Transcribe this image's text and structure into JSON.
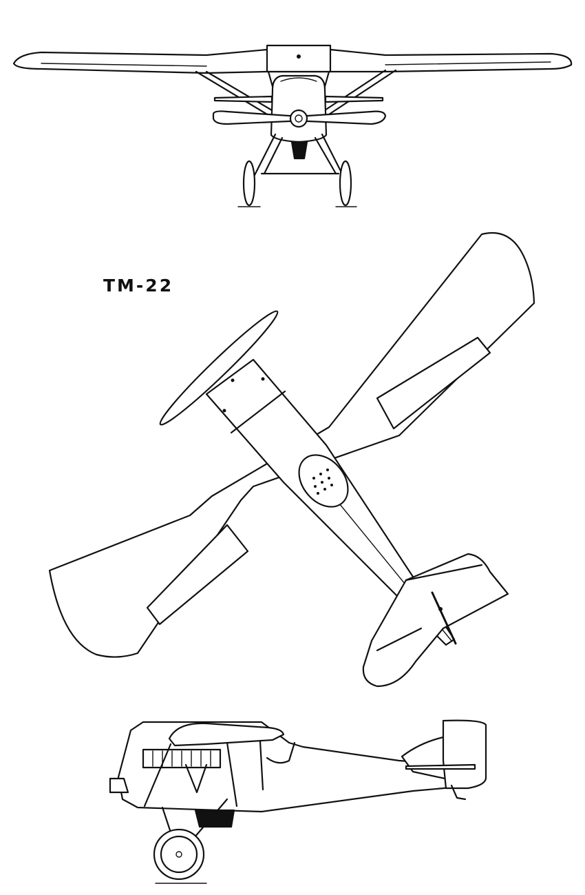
{
  "drawing": {
    "designation": "TM-22",
    "views": [
      "front-view",
      "top-view",
      "side-view"
    ],
    "ink_color": "#111111",
    "paper_color": "#ffffff"
  }
}
